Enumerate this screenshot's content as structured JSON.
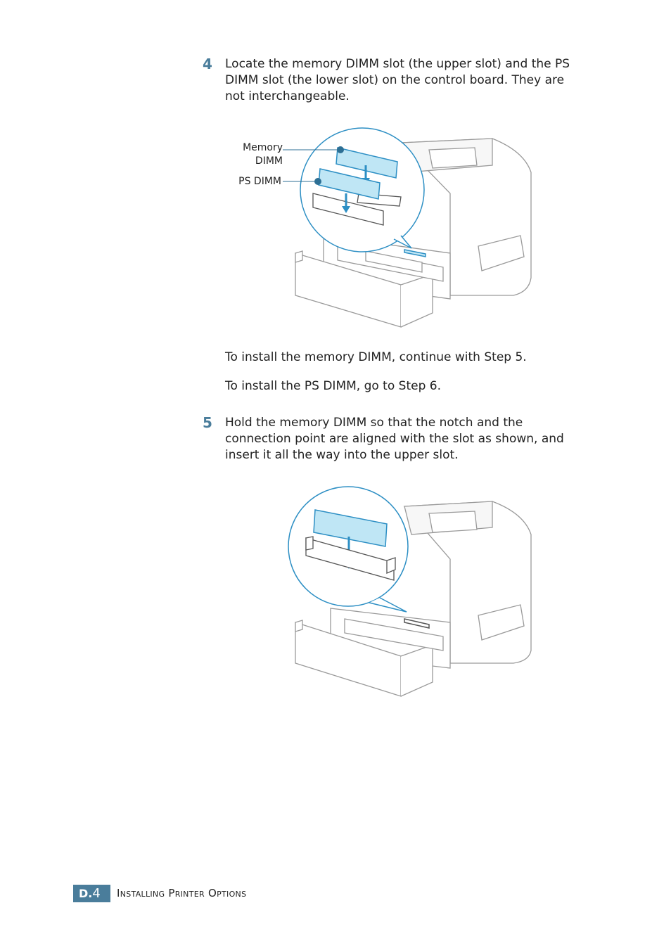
{
  "step4": {
    "number": "4",
    "lines": [
      "Locate the memory DIMM slot (the upper slot) and the PS",
      "DIMM slot (the lower slot) on the control board. They are",
      "not interchangeable."
    ]
  },
  "figure1": {
    "label_memory_line1": "Memory",
    "label_memory_line2": "DIMM",
    "label_ps": "PS DIMM"
  },
  "notes": {
    "memory": "To install the memory DIMM, continue with Step 5.",
    "ps": "To install the PS DIMM, go to Step 6."
  },
  "step5": {
    "number": "5",
    "lines": [
      "Hold the memory DIMM so that the notch and the",
      "connection point are aligned with the slot as shown, and",
      "insert it all the way into the upper slot."
    ]
  },
  "footer": {
    "section": "D.",
    "page": "4",
    "title": "Installing Printer Options"
  },
  "colors": {
    "accent": "#4a7d9b",
    "dimm_fill": "#bfe6f5",
    "dimm_stroke": "#2d8fc4"
  }
}
